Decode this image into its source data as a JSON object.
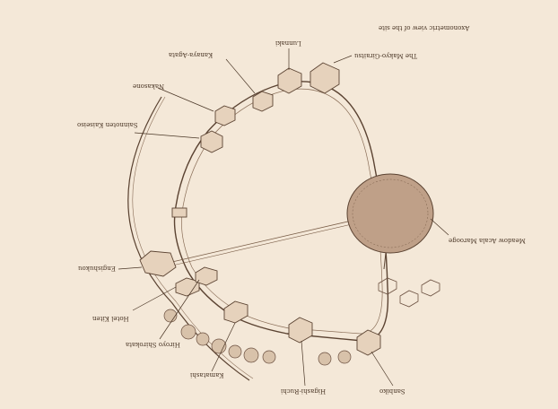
{
  "diagram": {
    "title": "Axonometric view of the site",
    "labels": [
      {
        "id": "lunnaki",
        "text": "Lunnaki"
      },
      {
        "id": "makyo-giraitsu",
        "text": "The Makyo-Giraitsu"
      },
      {
        "id": "kanaya",
        "text": "Kanaya-Agata"
      },
      {
        "id": "nakasone",
        "text": "Nakasone"
      },
      {
        "id": "sainnoten",
        "text": "Sainnoten Kaiseiso"
      },
      {
        "id": "meadow",
        "text": "Meadow Acala Marooge"
      },
      {
        "id": "engishuko",
        "text": "Engishukou"
      },
      {
        "id": "hotel",
        "text": "Hotel Kiten"
      },
      {
        "id": "hiroyo",
        "text": "Hiroyo Shirokata"
      },
      {
        "id": "kamatashi",
        "text": "Kamatashi"
      },
      {
        "id": "higashi",
        "text": "Higashi-Ruchi"
      },
      {
        "id": "sanbiko",
        "text": "Sanbiko"
      }
    ]
  }
}
